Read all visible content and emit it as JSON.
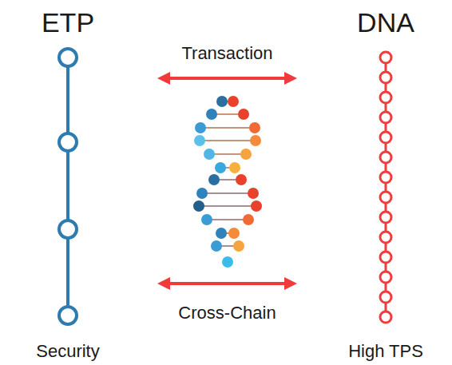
{
  "diagram": {
    "nodes": [
      {
        "text": [
          "ETP",
          "Security"
        ]
      },
      {
        "text": [
          "DNA",
          "High TPS"
        ]
      }
    ],
    "edges": [
      {
        "from": 0,
        "to": 1,
        "arrow": "both",
        "label": "Transaction"
      },
      {
        "from": 0,
        "to": 1,
        "arrow": "both",
        "label": "Cross-Chain"
      }
    ]
  }
}
